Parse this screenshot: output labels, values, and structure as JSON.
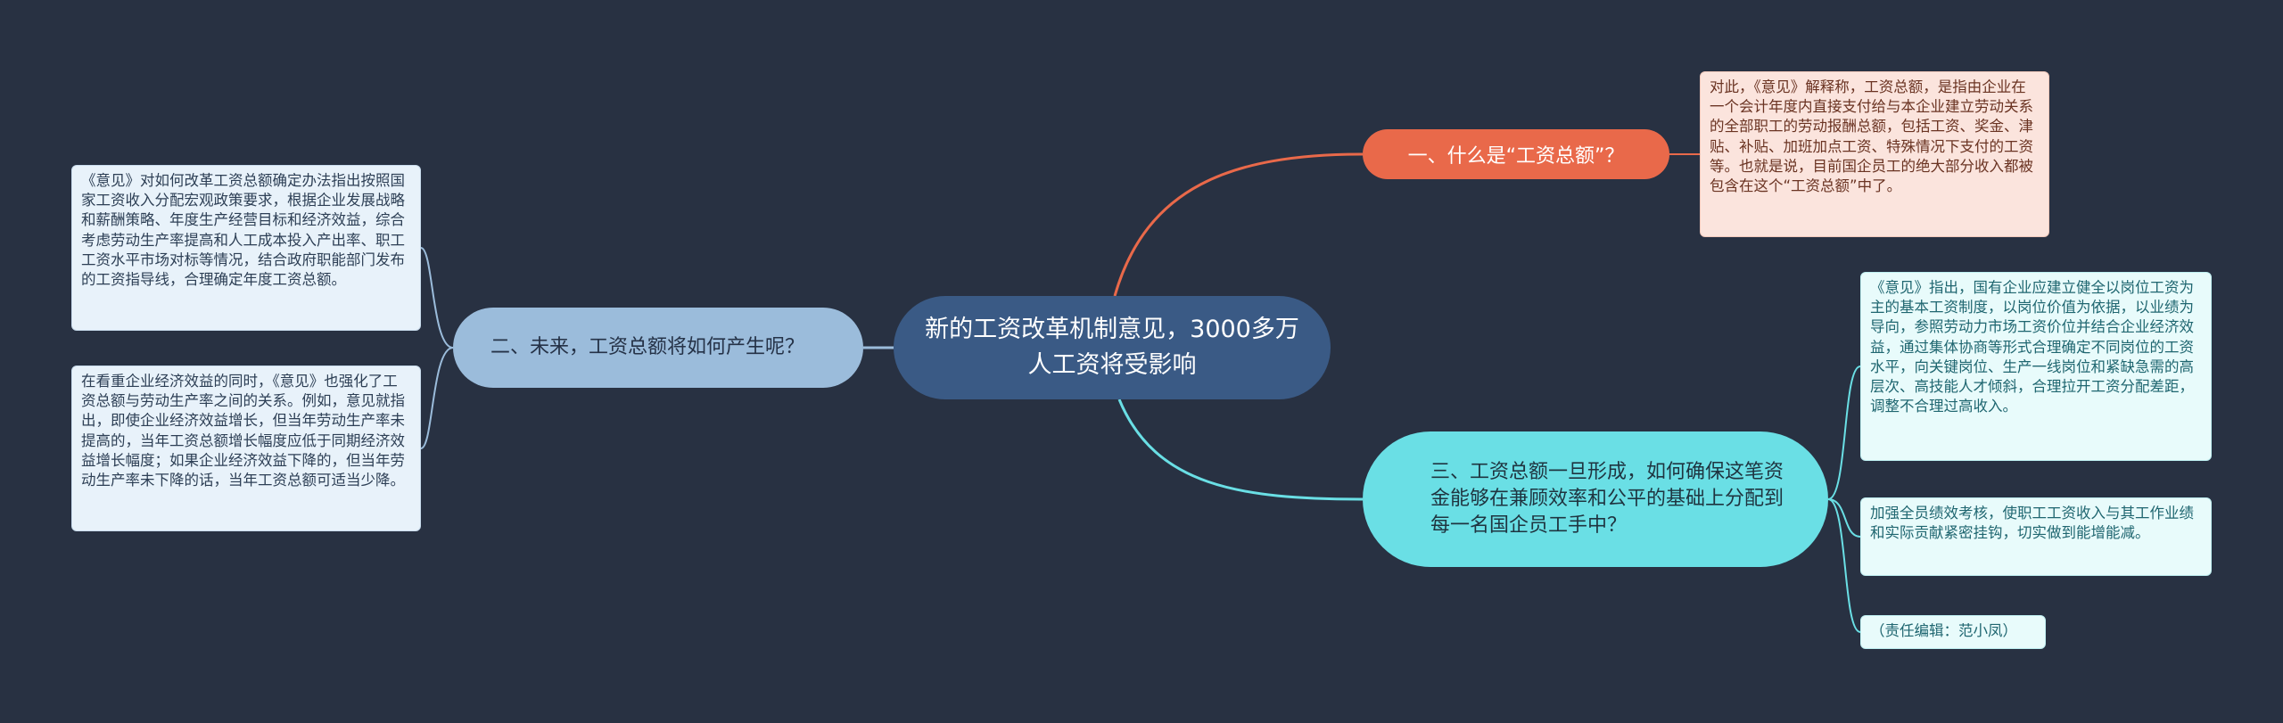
{
  "colors": {
    "background": "#283142",
    "center": "#3a5a85",
    "branch1": "#e9694a",
    "branch2": "#9bbcdb",
    "branch3": "#6adfe5"
  },
  "root": {
    "title": "新的工资改革机制意见，3000多万人工资将受影响"
  },
  "branches": [
    {
      "label": "一、什么是“工资总额”？",
      "notes": [
        "对此，《意见》解释称，工资总额，是指由企业在一个会计年度内直接支付给与本企业建立劳动关系的全部职工的劳动报酬总额，包括工资、奖金、津贴、补贴、加班加点工资、特殊情况下支付的工资等。也就是说，目前国企员工的绝大部分收入都被包含在这个“工资总额”中了。"
      ]
    },
    {
      "label": "二、未来，工资总额将如何产生呢？",
      "notes": [
        "《意见》对如何改革工资总额确定办法指出按照国家工资收入分配宏观政策要求，根据企业发展战略和薪酬策略、年度生产经营目标和经济效益，综合考虑劳动生产率提高和人工成本投入产出率、职工工资水平市场对标等情况，结合政府职能部门发布的工资指导线，合理确定年度工资总额。",
        "在看重企业经济效益的同时，《意见》也强化了工资总额与劳动生产率之间的关系。例如，意见就指出，即使企业经济效益增长，但当年劳动生产率未提高的，当年工资总额增长幅度应低于同期经济效益增长幅度；如果企业经济效益下降的，但当年劳动生产率未下降的话，当年工资总额可适当少降。"
      ]
    },
    {
      "label": "三、工资总额一旦形成，如何确保这笔资金能够在兼顾效率和公平的基础上分配到每一名国企员工手中？",
      "notes": [
        "《意见》指出，国有企业应建立健全以岗位工资为主的基本工资制度，以岗位价值为依据，以业绩为导向，参照劳动力市场工资价位并结合企业经济效益，通过集体协商等形式合理确定不同岗位的工资水平，向关键岗位、生产一线岗位和紧缺急需的高层次、高技能人才倾斜，合理拉开工资分配差距，调整不合理过高收入。",
        "加强全员绩效考核，使职工工资收入与其工作业绩和实际贡献紧密挂钩，切实做到能增能减。",
        "（责任编辑：范小凤）"
      ]
    }
  ]
}
